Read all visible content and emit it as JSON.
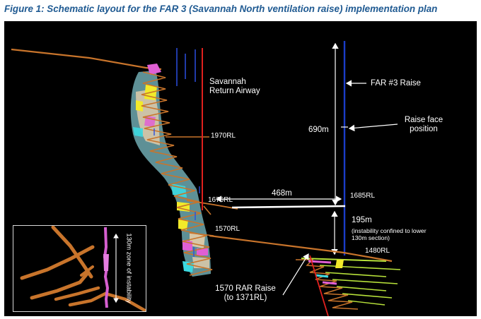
{
  "caption": "Figure 1: Schematic layout for the FAR 3 (Savannah North ventilation raise) implementation plan",
  "labels": {
    "savannah_line1": "Savannah",
    "savannah_line2": "Return Airway",
    "far3_raise": "FAR #3 Raise",
    "raise_face_line1": "Raise face",
    "raise_face_line2": "position",
    "dist_690": "690m",
    "rl_1970": "1970RL",
    "dist_468": "468m",
    "rl_1675": "1675RL",
    "rl_1685": "1685RL",
    "dist_195": "195m",
    "instability_line1": "(instability confined to lower",
    "instability_line2": "130m section)",
    "rl_1570": "1570RL",
    "rl_1480": "1480RL",
    "rar_line1": "1570 RAR Raise",
    "rar_line2": "(to 1371RL)"
  },
  "inset": {
    "zone_label": "130m zone of instability"
  },
  "colors": {
    "caption": "#1f5a92",
    "background": "#000000",
    "drive": "#c8742b",
    "airway": "#e0201e",
    "far_raise": "#1a3cc8",
    "annotation": "#ffffff",
    "inset_raise": "#d65fd0"
  }
}
